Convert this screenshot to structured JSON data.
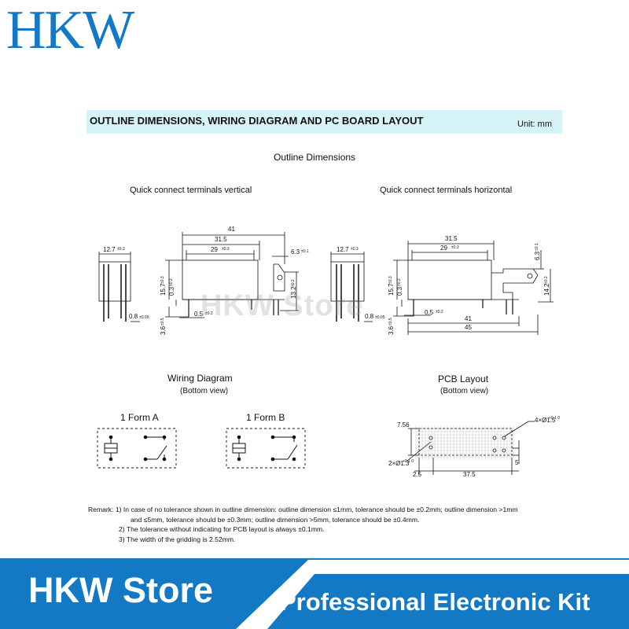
{
  "logo": "HKW",
  "header": {
    "title": "OUTLINE DIMENSIONS, WIRING DIAGRAM AND PC BOARD LAYOUT",
    "unit": "Unit: mm"
  },
  "outline": {
    "title": "Outline Dimensions",
    "vertical_label": "Quick connect terminals vertical",
    "horizontal_label": "Quick connect terminals horizontal"
  },
  "vertical_dims": {
    "d41": "41",
    "d31_5": "31.5",
    "d29": "29",
    "d29_tol": "±0.3",
    "d6_3": "6.3",
    "d6_3_tol": "±0.1",
    "d12_7": "12.7",
    "d12_7_tol": "±0.3",
    "d15_7": "15.7",
    "d15_7_tol": "±0.3",
    "d0_3": "0.3",
    "d0_3_tol": "±0.2",
    "d13_2": "13.2",
    "d13_2_tol": "±0.2",
    "d0_5": "0.5",
    "d0_5_tol": "±0.2",
    "d0_8": "0.8",
    "d0_8_tol": "±0.05",
    "d3_6": "3.6",
    "d3_6_tol": "±0.5"
  },
  "horizontal_dims": {
    "d31_5": "31.5",
    "d29": "29",
    "d29_tol": "±0.3",
    "d12_7": "12.7",
    "d12_7_tol": "±0.3",
    "d6_3": "6.3",
    "d6_3_tol": "±0.1",
    "d15_7": "15.7",
    "d15_7_tol": "±0.3",
    "d0_3": "0.3",
    "d0_3_tol": "±0.2",
    "d14_2": "14.2",
    "d14_2_tol": "±0.2",
    "d0_5": "0.5",
    "d0_5_tol": "±0.2",
    "d41": "41",
    "d45": "45",
    "d0_8": "0.8",
    "d0_8_tol": "±0.05",
    "d3_6": "3.6",
    "d3_6_tol": "±0.5"
  },
  "watermark": "HKW Store",
  "wiring": {
    "title": "Wiring Diagram",
    "subtitle": "(Bottom view)",
    "form_a": "1 Form A",
    "form_b": "1 Form B"
  },
  "pcb": {
    "title": "PCB Layout",
    "subtitle": "(Bottom view)",
    "d7_56": "7.56",
    "d4x": "4×Ø1.5",
    "d4x_tol": "+0.1 0",
    "d2x": "2×Ø1.3",
    "d2x_tol": "+0.1 0",
    "d2_5": "2.5",
    "d37_5": "37.5",
    "d5": "5"
  },
  "remarks": [
    "Remark: 1)  In case of no tolerance shown in outline dimension: outline dimension ≤1mm, tolerance should be ±0.2mm; outline dimension >1mm",
    "and ≤5mm, tolerance should be ±0.3mm; outline dimension >5mm, tolerance should be ±0.4mm.",
    "2)  The tolerance without indicating for PCB layout  is always ±0.1mm.",
    "3)  The width of the gridding is 2.52mm."
  ],
  "footer": {
    "store": "HKW Store",
    "tagline": "Professional Electronic Kit"
  },
  "colors": {
    "brand": "#1479c4",
    "header_band": "#d6f3f7"
  }
}
